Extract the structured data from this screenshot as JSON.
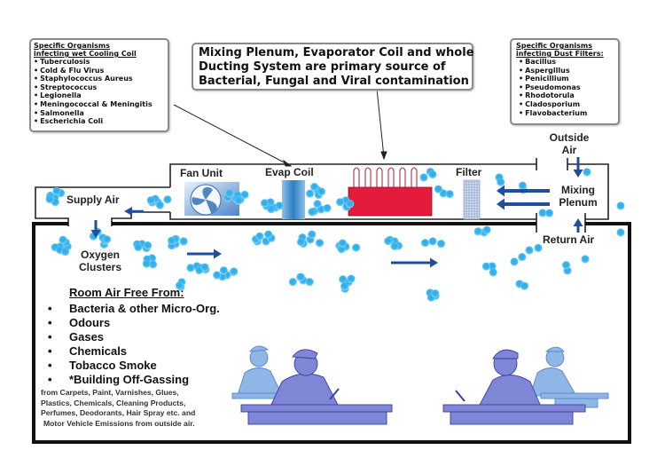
{
  "callouts": {
    "cooling_coil": {
      "title_line1": "Specific Organisms",
      "title_line2": "infecting wet Cooling Coil",
      "items": [
        "Tuberculosis",
        "Cold & Flu Virus",
        "Staphylococcus Aureus",
        "Streptococcus",
        "Legionella",
        "Meningococcal & Meningitis",
        "Salmonella",
        "Escherichia Coli"
      ]
    },
    "main": {
      "line1": "Mixing Plenum, Evaporator Coil and whole",
      "line2": "Ducting System are primary source of",
      "line3": "Bacterial, Fungal and Viral contamination"
    },
    "dust_filters": {
      "title_line1": "Specific Organisms",
      "title_line2": "infecting Dust Filters:",
      "items": [
        "Bacillus",
        "Aspergillus",
        "Penicillium",
        "Pseudomonas",
        "Rhodotorula",
        "Cladosporium",
        "Flavobacterium"
      ]
    }
  },
  "duct_labels": {
    "fan_unit": "Fan Unit",
    "evap_coil": "Evap Coil",
    "filter": "Filter",
    "outside_air_1": "Outside",
    "outside_air_2": "Air",
    "mixing_1": "Mixing",
    "mixing_2": "Plenum",
    "return_air": "Return Air",
    "supply_air": "Supply Air",
    "oxygen_1": "Oxygen",
    "oxygen_2": "Clusters"
  },
  "room": {
    "heading": "Room Air Free From:",
    "items": [
      "Bacteria & other Micro-Org.",
      "Odours",
      "Gases",
      "Chemicals",
      "Tobacco Smoke",
      "*Building Off-Gassing"
    ],
    "bullet": "•",
    "fine_print": [
      "from Carpets, Paint, Varnishes, Glues,",
      "Plastics, Chemicals, Cleaning Products,",
      "Perfumes, Deodorants, Hair Spray etc. and",
      "Motor Vehicle Emissions from outside air."
    ]
  },
  "colors": {
    "cluster": "#3cb6ee",
    "arrow": "#1f4e9c",
    "heater": "#e41b3a",
    "coil": "#2a7fc4",
    "person_front": "#7f86d6",
    "person_back": "#8fb6e6"
  }
}
